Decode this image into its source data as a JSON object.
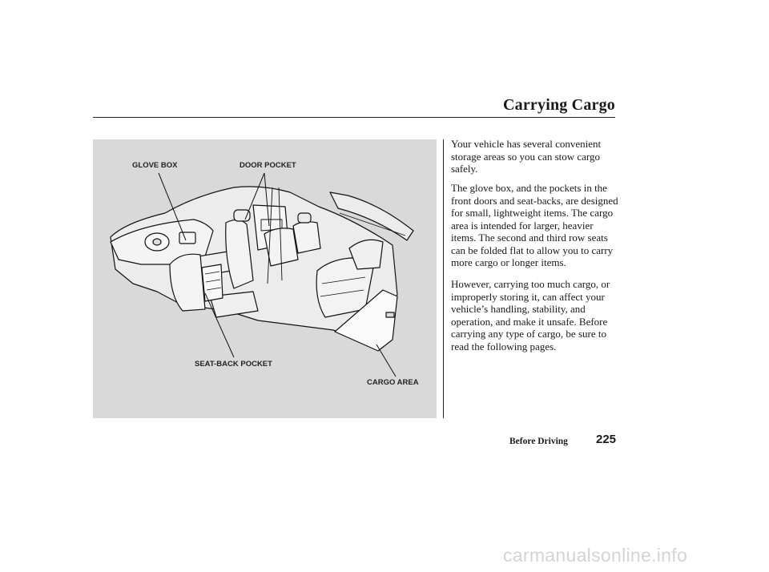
{
  "header": {
    "title": "Carrying Cargo"
  },
  "figure": {
    "callouts": {
      "glove_box": "GLOVE BOX",
      "door_pocket": "DOOR POCKET",
      "seat_back_pocket": "SEAT-BACK POCKET",
      "cargo_area": "CARGO AREA"
    }
  },
  "body": {
    "paragraphs": [
      "Your vehicle has several convenient storage areas so you can stow cargo safely.",
      "The glove box, and the pockets in the front doors and seat-backs, are designed for small, lightweight items. The cargo area is intended for larger, heavier items. The second and third row seats can be folded flat to allow you to carry more cargo or longer items.",
      "However, carrying too much cargo, or improperly storing it, can affect your vehicle’s handling, stability, and operation, and make it unsafe. Before carrying any type of cargo, be sure to read the following pages."
    ]
  },
  "footer": {
    "section": "Before Driving",
    "page_number": "225"
  },
  "watermark": {
    "text": "carmanualsonline.info"
  }
}
